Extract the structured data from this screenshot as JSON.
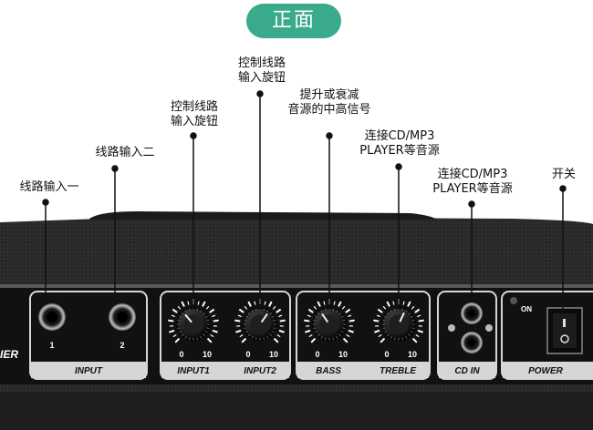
{
  "badge": "正面",
  "annotations": {
    "line_in_1": "线路输入一",
    "line_in_2": "线路输入二",
    "input1_knob": "控制线路\n输入旋钮",
    "input2_knob": "控制线路\n输入旋钮",
    "bass_treble": "提升或衰减\n音源的中高信号",
    "treble_src": "连接CD/MP3\nPLAYER等音源",
    "cdin_src": "连接CD/MP3\nPLAYER等音源",
    "switch": "开关"
  },
  "panel": {
    "brand_fragment": "IER",
    "input_labels": [
      "INPUT"
    ],
    "jack_numbers": [
      "1",
      "2"
    ],
    "knob_labels": [
      "INPUT1",
      "INPUT2",
      "BASS",
      "TREBLE"
    ],
    "scale_min": "0",
    "scale_max": "10",
    "cd_in": "CD IN",
    "power": "POWER",
    "on": "ON"
  }
}
